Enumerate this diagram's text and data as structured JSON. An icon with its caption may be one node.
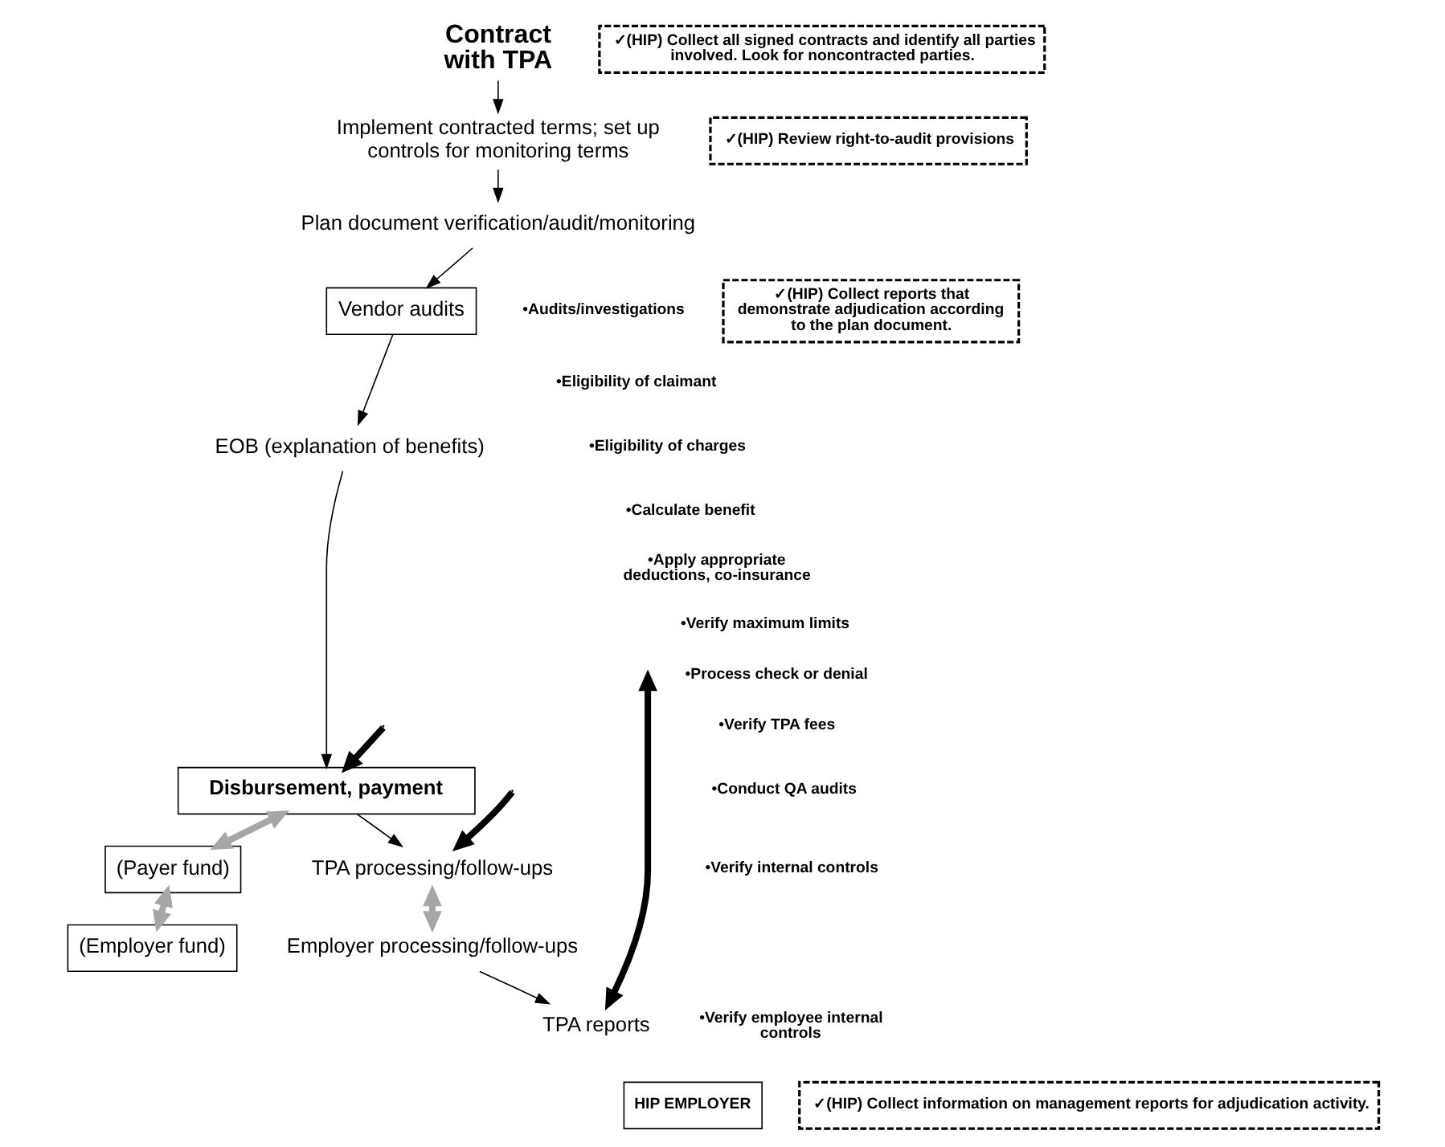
{
  "diagram": {
    "nodes": [
      {
        "text": [
          "Contract with TPA"
        ]
      },
      {
        "text": [
          "Implement contracted terms; set up controls for monitoring terms"
        ]
      },
      {
        "text": [
          "Plan document verification/audit/monitoring"
        ]
      },
      {
        "text": [
          "Vendor audits"
        ]
      },
      {
        "text": [
          "EOB (explanation of benefits)"
        ]
      },
      {
        "text": [
          "Disbursement, payment"
        ]
      },
      {
        "text": [
          "(Payer fund)"
        ]
      },
      {
        "text": [
          "(Employer fund)"
        ]
      },
      {
        "text": [
          "TPA processing/follow-ups"
        ]
      },
      {
        "text": [
          "Employer processing/follow-ups"
        ]
      },
      {
        "text": [
          "TPA reports"
        ]
      },
      {
        "text": [
          "HIP EMPLOYER"
        ]
      },
      {
        "text": [
          "✓(HIP) Collect all signed contracts and identify all parties involved. Look for noncontracted parties."
        ]
      },
      {
        "text": [
          "✓(HIP) Review right-to-audit provisions"
        ]
      },
      {
        "text": [
          "✓(HIP) Collect reports that demonstrate adjudication according to the plan document."
        ]
      },
      {
        "text": [
          "✓(HIP) Collect information on management reports for adjudication activity."
        ]
      }
    ],
    "edges": [
      {
        "from": 0,
        "to": 1,
        "arrow": "to"
      },
      {
        "from": 1,
        "to": 2,
        "arrow": "to"
      },
      {
        "from": 2,
        "to": 3,
        "arrow": "to"
      },
      {
        "from": 3,
        "to": 4,
        "arrow": "to"
      },
      {
        "from": 4,
        "to": 5,
        "arrow": "to"
      },
      {
        "from": 5,
        "to": 8,
        "arrow": "to"
      },
      {
        "from": 9,
        "to": 10,
        "arrow": "to"
      },
      {
        "from": 5,
        "to": 6,
        "arrow": "both",
        "style": "thick",
        "color": "#a6a6a6"
      },
      {
        "from": 6,
        "to": 7,
        "arrow": "both",
        "style": "thick",
        "color": "#a6a6a6"
      },
      {
        "from": 8,
        "to": 9,
        "arrow": "both",
        "style": "thick",
        "color": "#a6a6a6"
      },
      {
        "from": null,
        "to": 10,
        "arrow": "both",
        "style": "thick"
      },
      {
        "from": null,
        "to": 5,
        "arrow": "to",
        "style": "thick"
      },
      {
        "from": null,
        "to": 8,
        "arrow": "to",
        "style": "thick"
      }
    ],
    "labels": [
      "•Audits/investigations",
      "•Eligibility of claimant",
      "•Eligibility of charges",
      "•Calculate benefit",
      "•Apply appropriate deductions, co-insurance",
      "•Verify maximum limits",
      "•Process check or denial",
      "•Verify TPA fees",
      "•Conduct QA audits",
      "•Verify internal controls",
      "•Verify employee internal controls"
    ]
  }
}
